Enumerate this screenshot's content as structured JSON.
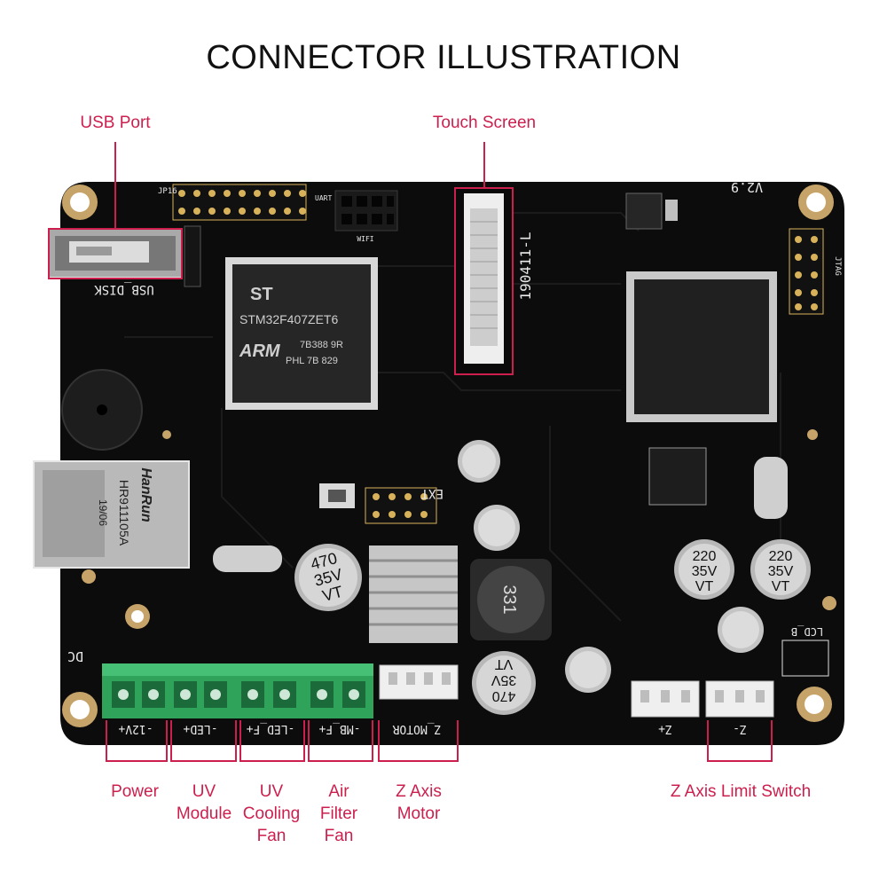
{
  "title": "CONNECTOR ILLUSTRATION",
  "accent_color": "#cc1f4d",
  "callouts": {
    "usb_port": "USB Port",
    "touch_screen": "Touch Screen",
    "power": "Power",
    "uv_module_1": "UV",
    "uv_module_2": "Module",
    "uv_cooling_1": "UV",
    "uv_cooling_2": "Cooling",
    "uv_cooling_3": "Fan",
    "air_filter_1": "Air",
    "air_filter_2": "Filter",
    "air_filter_3": "Fan",
    "z_motor_1": "Z Axis",
    "z_motor_2": "Motor",
    "z_limit": "Z Axis Limit Switch"
  },
  "board": {
    "version": "V2.9",
    "usb_label": "USB_DISK",
    "ribbon_part": "190411-L",
    "mcu_line1": "STM32F407ZET6",
    "mcu_line2": "7B388 9R",
    "mcu_line3": "PHL 7B 829",
    "mcu_brand": "ARM",
    "ethernet_brand": "HanRun",
    "ethernet_part": "HR911105A",
    "ethernet_date": "19/06",
    "cap_470_a": "470",
    "cap_35v_a": "35V",
    "cap_vt_a": "VT",
    "cap_220_a": "220",
    "cap_35v_b": "35V",
    "cap_vt_b": "VT",
    "cap_220_b": "220",
    "cap_35v_c": "35V",
    "cap_vt_c": "VT",
    "inductor": "331",
    "silk_12v": "-12V+",
    "silk_led": "-LED+",
    "silk_led_f": "-LED_F+",
    "silk_mb_f": "-MB_F+",
    "silk_z_motor": "Z_MOTOR",
    "silk_z_plus": "Z+",
    "silk_z_minus": "Z-",
    "silk_lcd_b": "LCD_B",
    "silk_dc": "DC",
    "silk_ext": "EXT",
    "silk_jtag": "JTAG",
    "silk_wifi": "WIFI",
    "silk_uart": "UART",
    "silk_jp16": "JP16"
  }
}
